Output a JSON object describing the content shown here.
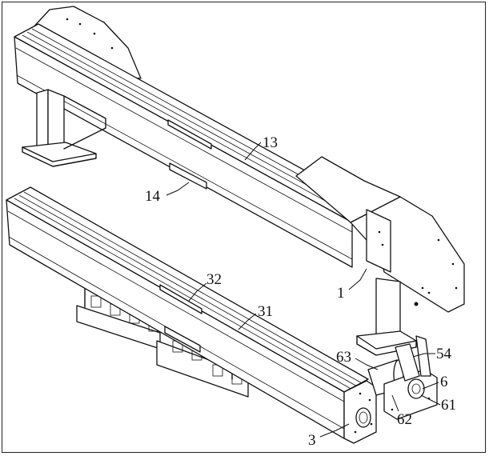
{
  "labels": {
    "l13": "13",
    "l14": "14",
    "l1": "1",
    "l32": "32",
    "l31": "31",
    "l63": "63",
    "l54": "54",
    "l6": "6",
    "l61": "61",
    "l62": "62",
    "l3": "3"
  }
}
